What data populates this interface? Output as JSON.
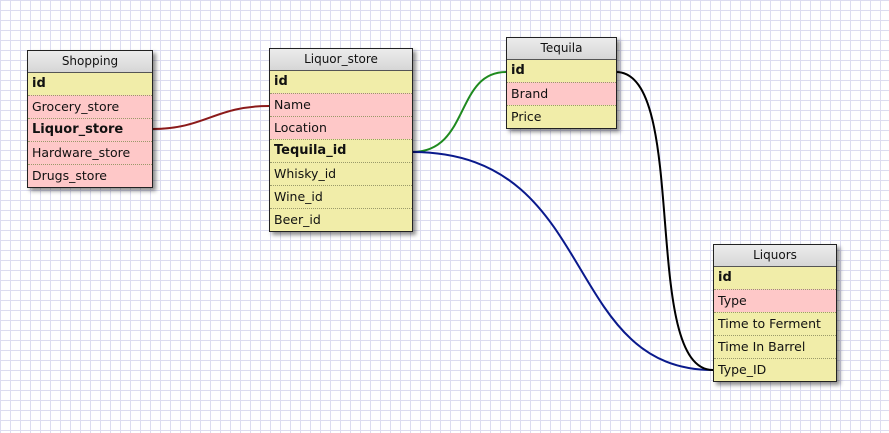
{
  "tables": {
    "shopping": {
      "title": "Shopping",
      "fields": [
        {
          "label": "id",
          "bold": true,
          "color": "yellow"
        },
        {
          "label": "Grocery_store",
          "bold": false,
          "color": "pink"
        },
        {
          "label": "Liquor_store",
          "bold": true,
          "color": "pink"
        },
        {
          "label": "Hardware_store",
          "bold": false,
          "color": "pink"
        },
        {
          "label": "Drugs_store",
          "bold": false,
          "color": "pink"
        }
      ]
    },
    "liquor_store": {
      "title": "Liquor_store",
      "fields": [
        {
          "label": "id",
          "bold": true,
          "color": "yellow"
        },
        {
          "label": "Name",
          "bold": false,
          "color": "pink"
        },
        {
          "label": "Location",
          "bold": false,
          "color": "pink"
        },
        {
          "label": "Tequila_id",
          "bold": true,
          "color": "yellow"
        },
        {
          "label": "Whisky_id",
          "bold": false,
          "color": "yellow"
        },
        {
          "label": "Wine_id",
          "bold": false,
          "color": "yellow"
        },
        {
          "label": "Beer_id",
          "bold": false,
          "color": "yellow"
        }
      ]
    },
    "tequila": {
      "title": "Tequila",
      "fields": [
        {
          "label": "id",
          "bold": true,
          "color": "yellow"
        },
        {
          "label": "Brand",
          "bold": false,
          "color": "pink"
        },
        {
          "label": "Price",
          "bold": false,
          "color": "yellow"
        }
      ]
    },
    "liquors": {
      "title": "Liquors",
      "fields": [
        {
          "label": "id",
          "bold": true,
          "color": "yellow"
        },
        {
          "label": "Type",
          "bold": false,
          "color": "pink"
        },
        {
          "label": "Time to Ferment",
          "bold": false,
          "color": "yellow"
        },
        {
          "label": "Time In Barrel",
          "bold": false,
          "color": "yellow"
        },
        {
          "label": "Type_ID",
          "bold": false,
          "color": "yellow"
        }
      ]
    }
  },
  "relations": [
    {
      "from": "shopping.Liquor_store",
      "to": "liquor_store.Name",
      "color": "#8b1a1a"
    },
    {
      "from": "liquor_store.Tequila_id",
      "to": "tequila.id",
      "color": "#1f8a1f"
    },
    {
      "from": "liquor_store.Tequila_id",
      "to": "liquors.Type_ID",
      "color": "#0a1a8c"
    },
    {
      "from": "tequila.id",
      "to": "liquors.Type_ID",
      "color": "#000000"
    }
  ],
  "colors": {
    "yellow": "#f1eda9",
    "pink": "#fec8c8",
    "grid": "#dcdcf0"
  }
}
